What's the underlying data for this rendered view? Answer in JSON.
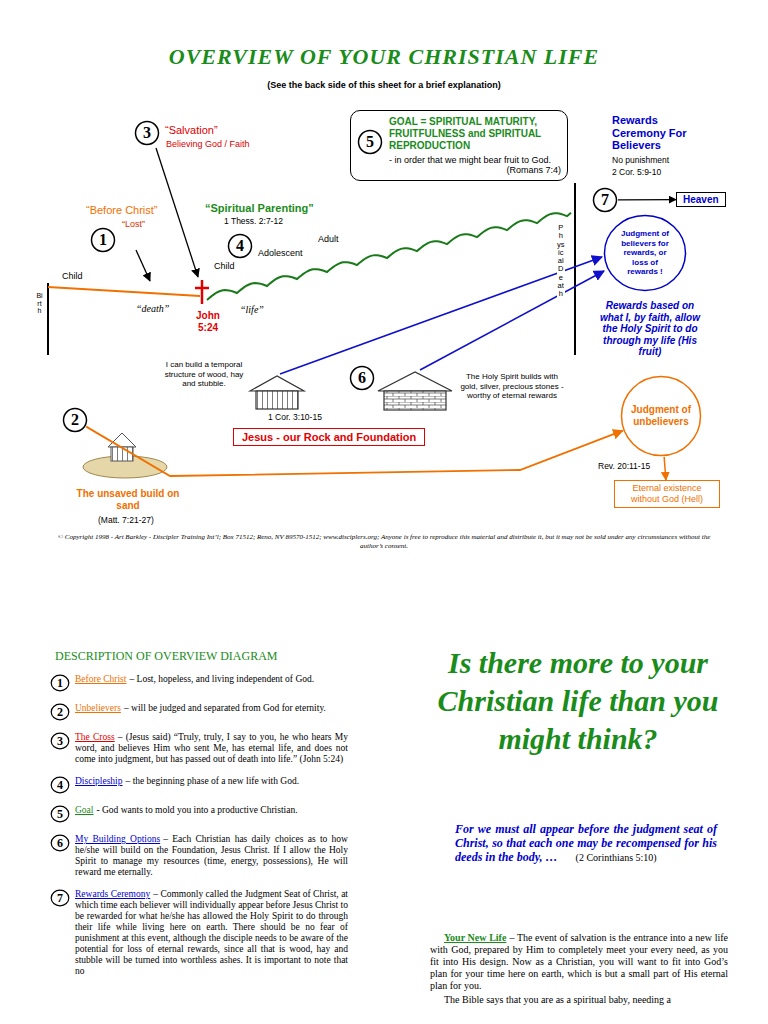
{
  "diagram": {
    "title": "OVERVIEW OF YOUR CHRISTIAN LIFE",
    "nodes": [
      {
        "text": [
          "3"
        ]
      },
      {
        "text": [
          "1"
        ]
      },
      {
        "text": [
          "4"
        ]
      },
      {
        "text": [
          "GOAL = SPIRITUAL MATURITY, FRUITFULNESS and SPIRITUAL REPRODUCTION",
          "- in order that we might bear fruit to God.",
          "(Romans 7:4)"
        ]
      },
      {
        "text": [
          "5"
        ],
        "in": 3
      },
      {
        "text": [
          "7"
        ]
      },
      {
        "text": [
          "Heaven"
        ]
      },
      {
        "text": [
          "Judgment of believers for rewards, or loss of rewards !"
        ]
      },
      {
        "text": [
          "6"
        ]
      },
      {
        "text": [
          "Jesus - our Rock and Foundation"
        ]
      },
      {
        "text": [
          "2"
        ]
      },
      {
        "text": [
          "Judgment of unbelievers"
        ]
      },
      {
        "text": [
          "Eternal existence without God (Hell)"
        ]
      },
      {
        "text": [
          "1"
        ]
      },
      {
        "text": [
          "2"
        ]
      },
      {
        "text": [
          "3"
        ]
      },
      {
        "text": [
          "4"
        ]
      },
      {
        "text": [
          "5"
        ]
      },
      {
        "text": [
          "6"
        ]
      },
      {
        "text": [
          "7"
        ]
      }
    ],
    "edges": [
      {
        "from": 5,
        "to": 6,
        "arrow": "to"
      },
      {
        "from": 10,
        "to": 11,
        "arrow": "to"
      },
      {
        "from": 11,
        "to": 12,
        "arrow": "to"
      }
    ],
    "labels": [
      "(See the back side of this sheet for a brief explanation)",
      "“Salvation”",
      "Believing God / Faith",
      "“Before Christ”",
      "“Lost”",
      "“Spiritual Parenting”",
      "1 Thess. 2:7-12",
      "Rewards Ceremony For Believers",
      "No punishment",
      "2 Cor. 5:9-10",
      "Child",
      "Birth",
      "“death”",
      "John 5:24",
      "“life”",
      "Child",
      "Adolescent",
      "Adult",
      "Physical Death",
      "Rewards based on what I, by faith, allow the Holy Spirit to do through my life (His fruit)",
      "I can build a temporal structure of wood, hay and stubble.",
      "1 Cor. 3:10-15",
      "The Holy Spirit builds with gold, silver, precious stones - worthy of eternal rewards",
      "The unsaved build on sand",
      "(Matt. 7:21-27)",
      "Rev. 20:11-15",
      "© Copyright 1998 - Art Barkley - Discipler Training Int’l; Box 71512; Reno, NV 89570-1512; www.disciplers.org; Anyone is free to reproduce this material and distribute it, but it may not be sold under any circumstances without the author’s consent.",
      "DESCRIPTION OF OVERVIEW DIAGRAM",
      "Before Christ",
      "– Lost, hopeless, and living independent of God.",
      "Unbelievers",
      "– will be judged and separated from God for eternity.",
      "The Cross",
      "– (Jesus said) “Truly, truly, I say to you, he who hears My word, and believes Him who sent Me, has eternal life, and does not come into judgment, but has passed out of death into life.” (John 5:24)",
      "Discipleship",
      "– the beginning phase of a new life with God.",
      "Goal",
      "- God wants to mold you into a productive Christian.",
      "My Building Options",
      "– Each Christian has daily choices as to how he/she will build on the Foundation, Jesus Christ. If I allow the Holy Spirit to manage my resources (time, energy, possessions), He will reward me eternally.",
      "Rewards Ceremony",
      "– Commonly called the Judgment Seat of Christ, at which time each believer will individually appear before Jesus Christ to be rewarded for what he/she has allowed the Holy Spirit to do through their life while living here on earth. There should be no fear of punishment at this event, although the disciple needs to be aware of the potential for loss of eternal rewards, since all that is wood, hay and stubble will be turned into worthless ashes. It is important to note that no",
      "Is there more to your Christian life than you might think?",
      "For we must all appear before the judgment seat of Christ, so that each one may be recompensed for his deeds in the body, …",
      "(2 Corinthians 5:10)",
      "Your New Life",
      "– The event of salvation is the entrance into a new life with God, prepared by Him to completely meet your every need, as you fit into His design. Now as a Christian, you will want to fit into God’s plan for your time here on earth, which is but a small part of His eternal plan for you.",
      "The Bible says that you are as a spiritual baby, needing a"
    ]
  }
}
